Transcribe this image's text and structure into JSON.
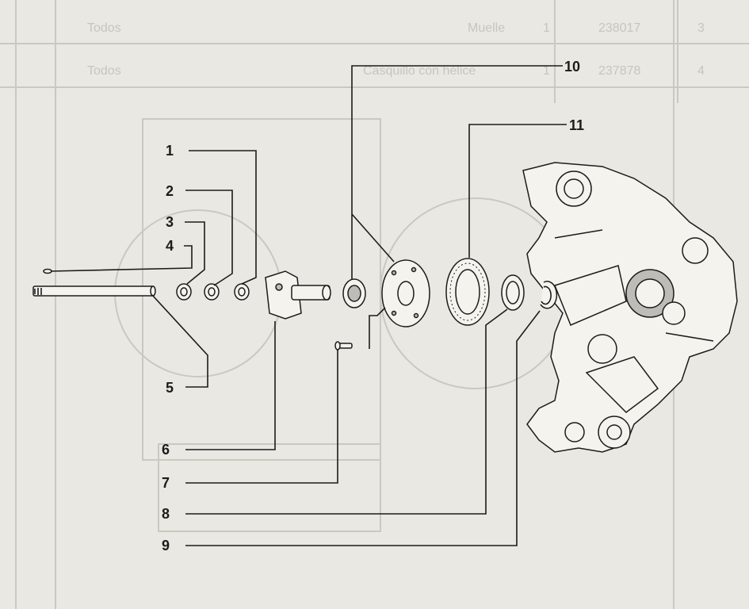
{
  "bleed_through_table": {
    "rows": [
      {
        "num": "3",
        "code": "238017",
        "qty": "1",
        "desc": "Muelle",
        "models": "Todos"
      },
      {
        "num": "4",
        "code": "237878",
        "qty": "1",
        "desc": "Casquillo con hélice",
        "models": "Todos"
      }
    ]
  },
  "callouts": [
    "1",
    "2",
    "3",
    "4",
    "5",
    "6",
    "7",
    "8",
    "9",
    "10",
    "11"
  ],
  "colors": {
    "paper": "#e9e8e2",
    "ink": "#1c1c1c",
    "bleed": "#c6c5be"
  }
}
